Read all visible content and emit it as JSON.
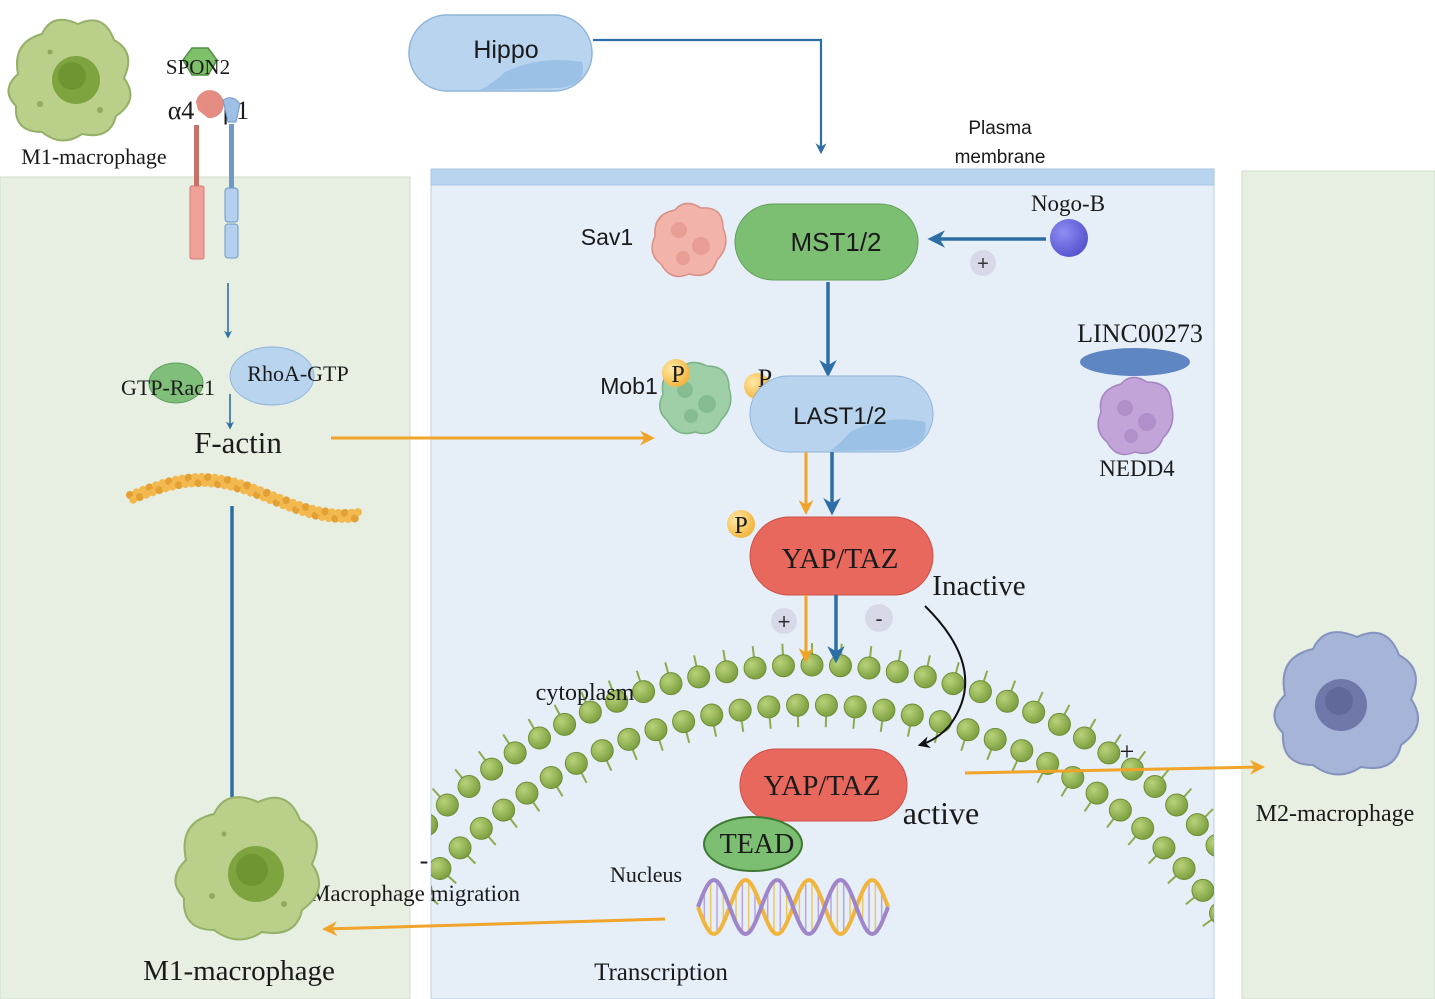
{
  "labels": {
    "hippo": "Hippo",
    "plasma_membrane_line1": "Plasma",
    "plasma_membrane_line2": "membrane",
    "spon2": "SPON2",
    "alpha4": "α4",
    "beta1": "β1",
    "m1_macrophage_top": "M1-macrophage",
    "gtp_rac1": "GTP-Rac1",
    "rhoa_gtp": "RhoA-GTP",
    "f_actin": "F-actin",
    "sav1": "Sav1",
    "mst12": "MST1/2",
    "nogo_b": "Nogo-B",
    "plus_nogo": "+",
    "linc00273": "LINC00273",
    "nedd4": "NEDD4",
    "mob1": "Mob1",
    "p_mob1": "P",
    "p_last": "P",
    "last12": "LAST1/2",
    "p_yap": "P",
    "yap_taz_inactive": "YAP/TAZ",
    "inactive": "Inactive",
    "plus_yap": "+",
    "minus_yap": "-",
    "cytoplasm": "cytoplasm",
    "yap_taz_active": "YAP/TAZ",
    "active": "active",
    "tead": "TEAD",
    "nucleus": "Nucleus",
    "transcription": "Transcription",
    "macrophage_migration": "Macrophage migration",
    "minus_migration": "-",
    "m1_macrophage_bottom": "M1-macrophage",
    "plus_m2": "+",
    "m2_macrophage": "M2-macrophage"
  },
  "colors": {
    "blue_arrow": "#2e6ea6",
    "orange_arrow": "#f0a52a",
    "mst_green": "#7dbf72",
    "yap_red": "#e8685e",
    "last_blue": "#b7d3ee",
    "panel_green": "#e6efe2",
    "cell_blue": "#e6eef8",
    "membrane_bar": "#b8d4ef",
    "bilayer_green": "#8aac4c"
  },
  "icons": {
    "m1_macrophage": "macrophage-cell-icon",
    "m2_macrophage": "macrophage-cell-icon",
    "sav1": "protein-blob-icon",
    "mob1": "protein-blob-icon",
    "nedd4": "protein-blob-icon",
    "dna": "dna-helix-icon",
    "f_actin": "actin-filament-icon"
  }
}
